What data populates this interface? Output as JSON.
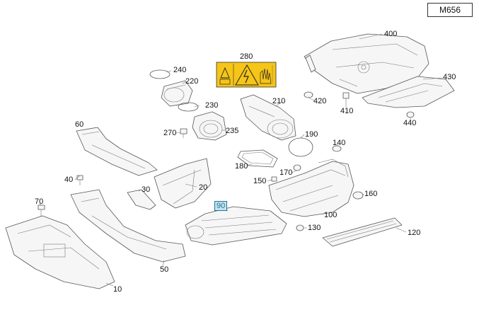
{
  "diagram": {
    "model_code": "M656",
    "selected_part": "90",
    "warning_label_colors": {
      "background": "#f5c518",
      "border": "#333333"
    },
    "selection_color": "#bfe6f3",
    "parts": [
      {
        "id": "p400",
        "number": "400"
      },
      {
        "id": "p280",
        "number": "280"
      },
      {
        "id": "p240",
        "number": "240"
      },
      {
        "id": "p220",
        "number": "220"
      },
      {
        "id": "p430",
        "number": "430"
      },
      {
        "id": "p420",
        "number": "420"
      },
      {
        "id": "p410",
        "number": "410"
      },
      {
        "id": "p210",
        "number": "210"
      },
      {
        "id": "p230",
        "number": "230"
      },
      {
        "id": "p235",
        "number": "235"
      },
      {
        "id": "p270",
        "number": "270"
      },
      {
        "id": "p440",
        "number": "440"
      },
      {
        "id": "p60",
        "number": "60"
      },
      {
        "id": "p190",
        "number": "190"
      },
      {
        "id": "p140",
        "number": "140"
      },
      {
        "id": "p180",
        "number": "180"
      },
      {
        "id": "p170",
        "number": "170"
      },
      {
        "id": "p150",
        "number": "150"
      },
      {
        "id": "p40",
        "number": "40"
      },
      {
        "id": "p30",
        "number": "30"
      },
      {
        "id": "p20",
        "number": "20"
      },
      {
        "id": "p160",
        "number": "160"
      },
      {
        "id": "p70",
        "number": "70"
      },
      {
        "id": "p90",
        "number": "90"
      },
      {
        "id": "p100",
        "number": "100"
      },
      {
        "id": "p130",
        "number": "130"
      },
      {
        "id": "p120",
        "number": "120"
      },
      {
        "id": "p50",
        "number": "50"
      },
      {
        "id": "p10",
        "number": "10"
      }
    ]
  }
}
